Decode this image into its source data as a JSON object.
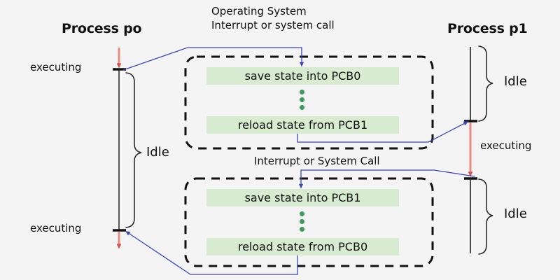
{
  "diagram": {
    "title_left": "Process po",
    "title_right": "Process p1",
    "os_caption_line1": "Operating System",
    "os_caption_line2": "Interrupt or system call",
    "second_caption": "Interrupt or System Call",
    "labels": {
      "executing_top_left": "executing",
      "executing_bottom_left": "executing",
      "executing_right": "executing",
      "idle_left": "Idle",
      "idle_right_top": "Idle",
      "idle_right_bottom": "Idle"
    },
    "upper_box": {
      "save_state": "save state into PCB0",
      "reload_state": "reload state from PCB1"
    },
    "lower_box": {
      "save_state": "save state into PCB1",
      "reload_state": "reload state from PCB0"
    },
    "colors": {
      "background": "#f4f4f4",
      "green_fill": "#d6ebd0",
      "dot_green": "#3d9a5a",
      "arrow_red": "#d9534f",
      "flow_blue": "#3b46b8",
      "line_black": "#222222",
      "text": "#111111"
    }
  }
}
